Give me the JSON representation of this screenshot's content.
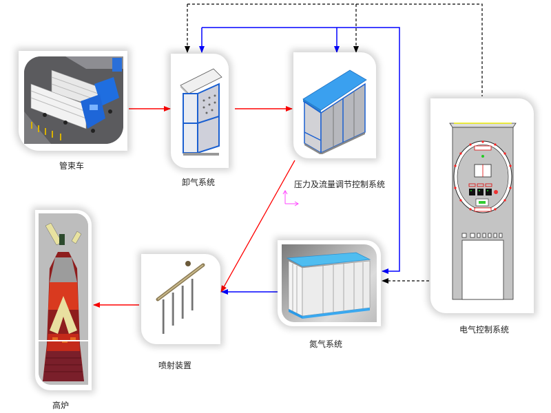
{
  "diagram": {
    "title": "",
    "nodes": [
      {
        "id": "tube-trailer",
        "label": "管束车"
      },
      {
        "id": "unloading-system",
        "label": "卸气系统"
      },
      {
        "id": "pressure-flow-control-system",
        "label": "压力及流量调节控制系统"
      },
      {
        "id": "electrical-control-system",
        "label": "电气控制系统"
      },
      {
        "id": "nitrogen-system",
        "label": "氮气系统"
      },
      {
        "id": "injection-device",
        "label": "喷射装置"
      },
      {
        "id": "blast-furnace",
        "label": "高炉"
      }
    ],
    "edges": [
      {
        "from": "tube-trailer",
        "to": "unloading-system",
        "type": "gas",
        "color": "#ff0000",
        "style": "solid"
      },
      {
        "from": "unloading-system",
        "to": "pressure-flow-control-system",
        "type": "gas",
        "color": "#ff0000",
        "style": "solid"
      },
      {
        "from": "pressure-flow-control-system",
        "to": "injection-device",
        "type": "gas",
        "color": "#ff0000",
        "style": "solid"
      },
      {
        "from": "injection-device",
        "to": "blast-furnace",
        "type": "gas",
        "color": "#ff0000",
        "style": "solid"
      },
      {
        "from": "nitrogen-system",
        "to": "injection-device",
        "type": "nitrogen",
        "color": "#0000ff",
        "style": "solid"
      },
      {
        "from": "nitrogen-system",
        "to": "unloading-system",
        "type": "nitrogen",
        "color": "#0000ff",
        "style": "solid"
      },
      {
        "from": "nitrogen-system",
        "to": "pressure-flow-control-system",
        "type": "nitrogen",
        "color": "#0000ff",
        "style": "solid"
      },
      {
        "from": "electrical-control-system",
        "to": "unloading-system",
        "type": "signal",
        "color": "#000000",
        "style": "dashed"
      },
      {
        "from": "electrical-control-system",
        "to": "pressure-flow-control-system",
        "type": "signal",
        "color": "#000000",
        "style": "dashed"
      },
      {
        "from": "electrical-control-system",
        "to": "nitrogen-system",
        "type": "signal",
        "color": "#000000",
        "style": "dashed"
      }
    ]
  },
  "colors": {
    "gas_line": "#ff0000",
    "nitrogen_line": "#0000ff",
    "signal_line": "#000000",
    "equipment_blue": "#3b8fe0",
    "roof_cyan": "#4fb8ec",
    "panel_gray": "#c8c8c8",
    "axis_marker": "#ff44ff"
  }
}
